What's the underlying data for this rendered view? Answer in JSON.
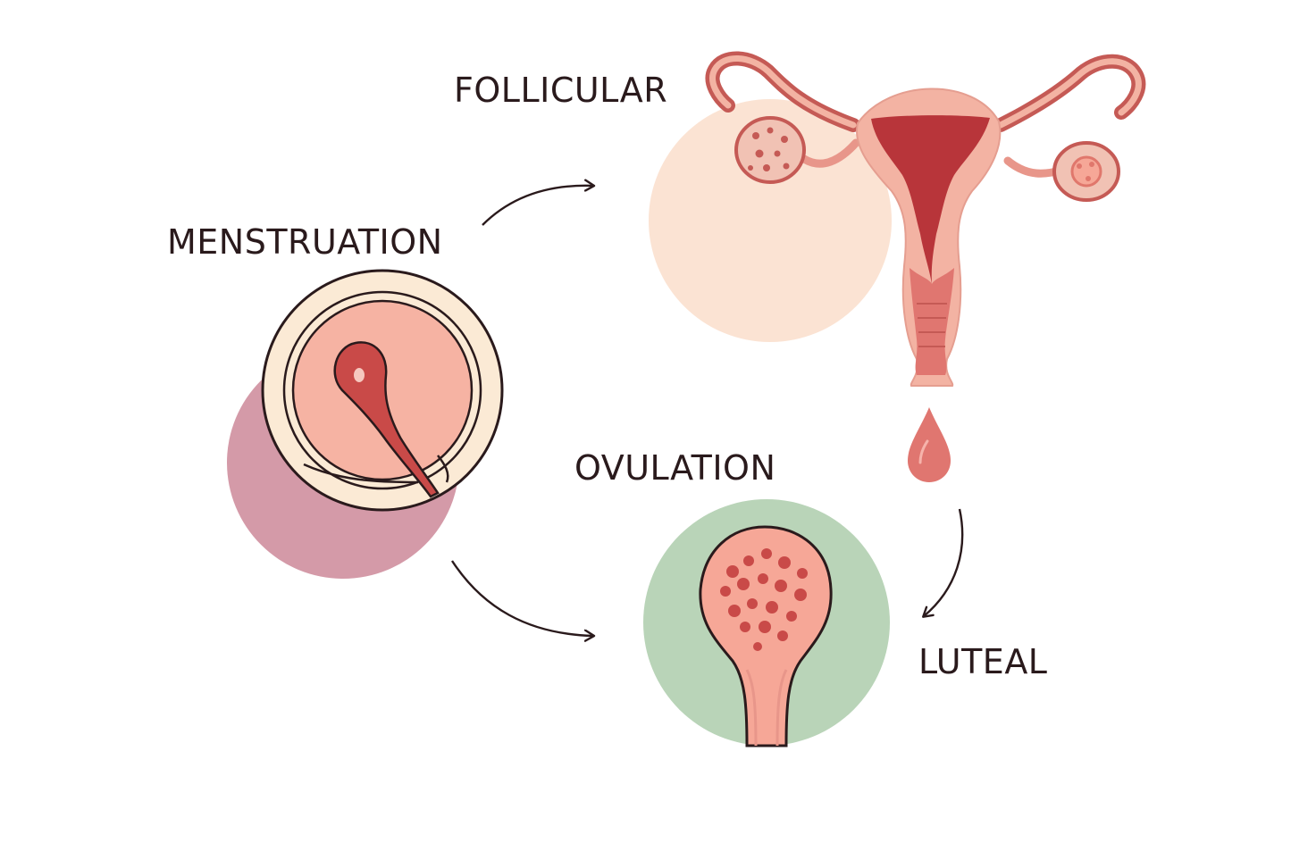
{
  "phases": {
    "follicular": "FOLLICULAR",
    "menstruation": "MENSTRUATION",
    "ovulation": "OVULATION",
    "luteal": "LUTEAL"
  },
  "colors": {
    "outline": "#2a1a1c",
    "uterus_light": "#f3b3a3",
    "uterus_dark": "#b8353a",
    "tube": "#c55a55",
    "peach_circle": "#fbe3d3",
    "cream_circle": "#fbead5",
    "mauve_circle": "#d49aa8",
    "green_circle": "#b9d4b8",
    "blood": "#e07670"
  },
  "icons": [
    "uterus-icon",
    "blood-drop-icon",
    "menstruation-follicle-icon",
    "ovulation-follicle-icon"
  ]
}
